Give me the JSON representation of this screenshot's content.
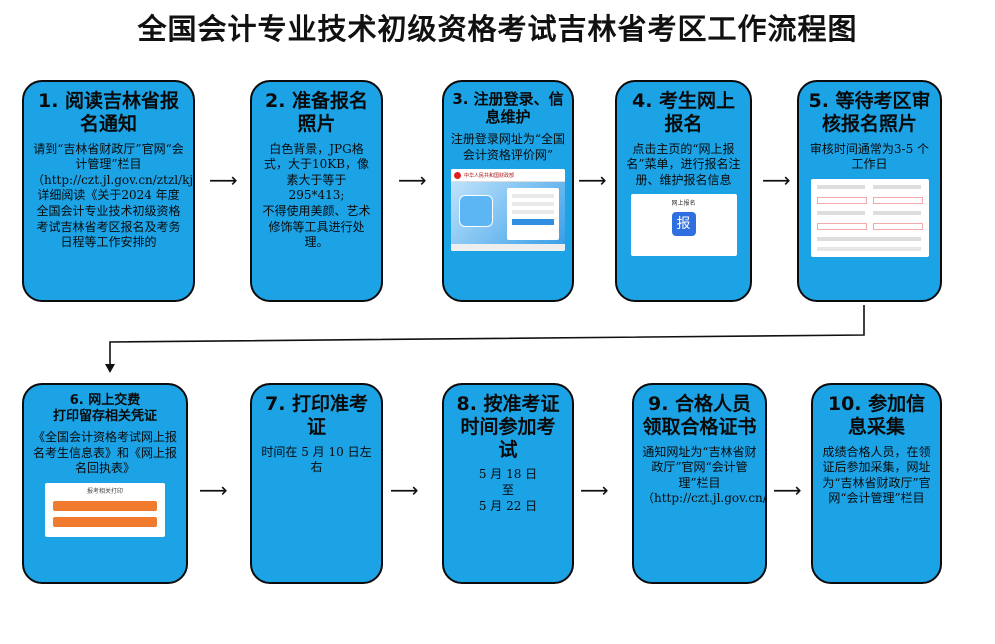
{
  "title": "全国会计专业技术初级资格考试吉林省考区工作流程图",
  "steps": [
    {
      "title": "1. 阅读吉林省报名通知",
      "body": "请到“吉林省财政厅”官网“会计管理”栏目（http://czt.jl.gov.cn/ztzl/kjgl/）详细阅读《关于2024 年度全国会计专业技术初级资格考试吉林省考区报名及考务日程等工作安排的"
    },
    {
      "title": "2. 准备报名照片",
      "body": "白色背景，JPG格式，大于10KB，像素大于等于295*413;\n不得使用美颜、艺术修饰等工具进行处理。"
    },
    {
      "title": "3. 注册登录、信息维护",
      "body": "注册登录网址为“全国会计资格评价网”"
    },
    {
      "title": "4. 考生网上报名",
      "body": "点击主页的“网上报名”菜单，进行报名注册、维护报名信息"
    },
    {
      "title": "5. 等待考区审核报名照片",
      "body": "审核时间通常为3-5 个工作日"
    },
    {
      "title": "6. 网上交费\n打印留存相关凭证",
      "body": "《全国会计资格考试网上报名考生信息表》和《网上报名回执表》"
    },
    {
      "title": "7. 打印准考证",
      "body": "时间在 5 月 10 日左右"
    },
    {
      "title": "8. 按准考证时间参加考试",
      "body": "5 月 18 日\n至\n5 月 22 日"
    },
    {
      "title": "9. 合格人员领取合格证书",
      "body": "通知网址为“吉林省财政厅”官网“会计管理”栏目（http://czt.jl.gov.cn/ztzl/kjgl/）"
    },
    {
      "title": "10. 参加信息采集",
      "body": "成绩合格人员，在领证后参加采集，网址为“吉林省财政厅”官网“会计管理”栏目"
    }
  ],
  "screens": {
    "login_header": "中华人民共和国财政部",
    "report_title": "网上报名",
    "report_glyph": "报",
    "print_title": "报考相关打印"
  },
  "arrow_glyph": "⟶"
}
